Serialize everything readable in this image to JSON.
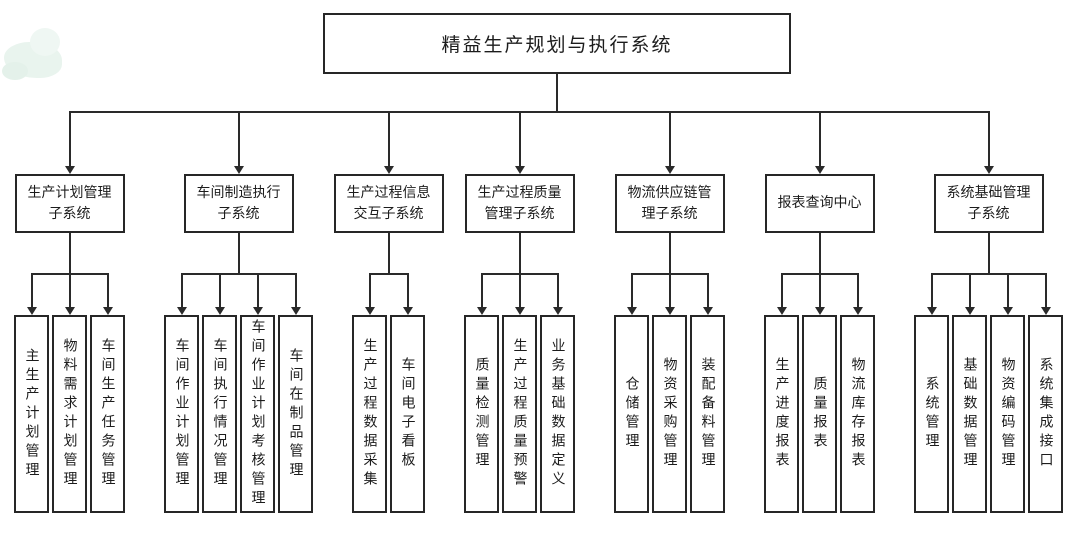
{
  "title": "精益生产规划与执行系统",
  "colors": {
    "line": "#2a2a2a",
    "border": "#262626",
    "background": "#ffffff",
    "watermark": "#e9f4ee"
  },
  "groups": [
    {
      "label": "生产计划管理\n子系统",
      "children": [
        "主生产计划管理",
        "物料需求计划管理",
        "车间生产任务管理"
      ]
    },
    {
      "label": "车间制造执行\n子系统",
      "children": [
        "车间作业计划管理",
        "车间执行情况管理",
        "车间作业计划考核管理",
        "车间在制品管理"
      ]
    },
    {
      "label": "生产过程信息\n交互子系统",
      "children": [
        "生产过程数据采集",
        "车间电子看板"
      ]
    },
    {
      "label": "生产过程质量\n管理子系统",
      "children": [
        "质量检测管理",
        "生产过程质量预警",
        "业务基础数据定义"
      ]
    },
    {
      "label": "物流供应链管\n理子系统",
      "children": [
        "仓储管理",
        "物资采购管理",
        "装配备料管理"
      ]
    },
    {
      "label": "报表查询中心",
      "children": [
        "生产进度报表",
        "质量报表",
        "物流库存报表"
      ]
    },
    {
      "label": "系统基础管理\n子系统",
      "children": [
        "系统管理",
        "基础数据管理",
        "物资编码管理",
        "系统集成接口"
      ]
    }
  ]
}
